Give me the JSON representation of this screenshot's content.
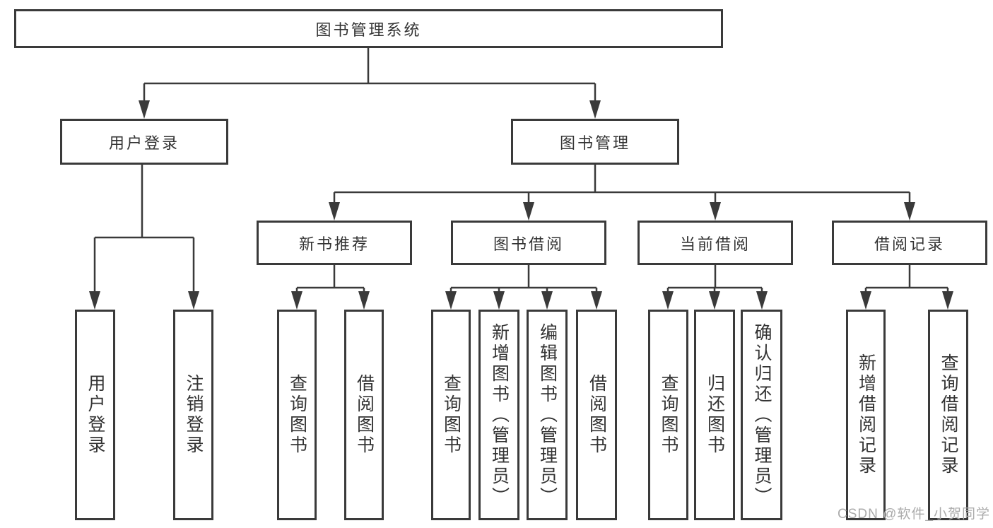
{
  "diagram_type": "org-chart",
  "colors": {
    "line": "#3A3A3A",
    "box_border": "#3A3A3A",
    "text": "#333333",
    "box_background": "#FFFFFF",
    "watermark": "#ABABAB"
  },
  "watermark": {
    "text": "CSDN @软件_小贺同学"
  },
  "tree": {
    "label": "图书管理系统",
    "children": [
      {
        "label": "用户登录",
        "children": [
          {
            "label": "用户登录"
          },
          {
            "label": "注销登录"
          }
        ]
      },
      {
        "label": "图书管理",
        "children": [
          {
            "label": "新书推荐",
            "children": [
              {
                "label": "查询图书"
              },
              {
                "label": "借阅图书"
              }
            ]
          },
          {
            "label": "图书借阅",
            "children": [
              {
                "label": "查询图书"
              },
              {
                "label": "新增图书（管理员）"
              },
              {
                "label": "编辑图书（管理员）"
              },
              {
                "label": "借阅图书"
              }
            ]
          },
          {
            "label": "当前借阅",
            "children": [
              {
                "label": "查询图书"
              },
              {
                "label": "归还图书"
              },
              {
                "label": "确认归还（管理员）"
              }
            ]
          },
          {
            "label": "借阅记录",
            "children": [
              {
                "label": "新增借阅记录"
              },
              {
                "label": "查询借阅记录"
              }
            ]
          }
        ]
      }
    ]
  }
}
